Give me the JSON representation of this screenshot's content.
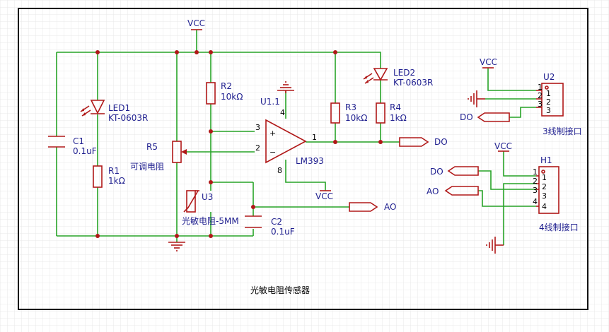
{
  "title": "光敏电阻传感器",
  "colors": {
    "wire": "#27a327",
    "component": "#b01818",
    "label": "#1f1f8f",
    "grid": "#e8e8e8",
    "frame": "#111111"
  },
  "labels": {
    "vcc": "VCC",
    "led1": "LED1",
    "led1_part": "KT-0603R",
    "led2": "LED2",
    "led2_part": "KT-0603R",
    "c1": "C1",
    "c1_val": "0.1uF",
    "r1": "R1",
    "r1_val": "1kΩ",
    "r2": "R2",
    "r2_val": "10kΩ",
    "r3": "R3",
    "r3_val": "10kΩ",
    "r4": "R4",
    "r4_val": "1kΩ",
    "r5": "R5",
    "r5_desc": "可调电阻",
    "u1": "U1.1",
    "lm393": "LM393",
    "u3": "U3",
    "u3_desc": "光敏电阻-5MM",
    "c2": "C2",
    "c2_val": "0.1uF",
    "u2": "U2",
    "u2_desc": "3线制接口",
    "h1": "H1",
    "h1_desc": "4线制接口",
    "do": "DO",
    "ao": "AO"
  },
  "pins": {
    "op_in_plus": "3",
    "op_in_minus": "2",
    "op_out": "1",
    "op_vcc": "4",
    "op_gnd": "8",
    "plus_sign": "+",
    "minus_sign": "−",
    "u2": [
      "1",
      "2",
      "3"
    ],
    "h1": [
      "1",
      "2",
      "3",
      "4"
    ]
  }
}
